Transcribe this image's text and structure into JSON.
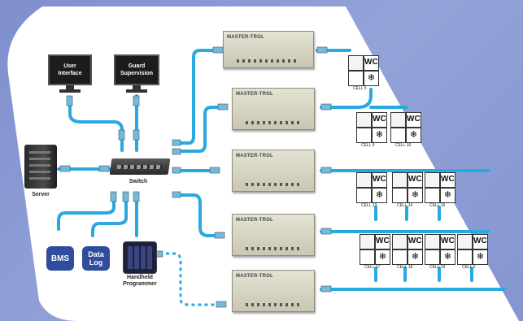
{
  "labels": {
    "user_interface": [
      "User",
      "Interface"
    ],
    "guard_supervision": [
      "Guard",
      "Supervision"
    ],
    "server": "Server",
    "switch": "Switch",
    "bms": "BMS",
    "data_log": [
      "Data",
      "Log"
    ],
    "handheld": [
      "Handheld",
      "Programmer"
    ]
  },
  "controller_title": "MASTER-TROL",
  "controllers": 5,
  "cell_groups": [
    {
      "cells": [
        "CELL 5"
      ]
    },
    {
      "cells": [
        "CELL 9",
        "CELL 10"
      ]
    },
    {
      "cells": [
        "CELL 13",
        "CELL 14",
        "CELL 15"
      ]
    },
    {
      "cells": [
        "CELL 17",
        "CELL 18",
        "CELL 19",
        "CELL 2"
      ]
    }
  ],
  "wc_label": "WC",
  "colors": {
    "background": "#8a9ad3",
    "panel": "#ffffff",
    "cable": "#29a9e0",
    "chip": "#2f4d9c",
    "controller": "#d9d7c4"
  }
}
